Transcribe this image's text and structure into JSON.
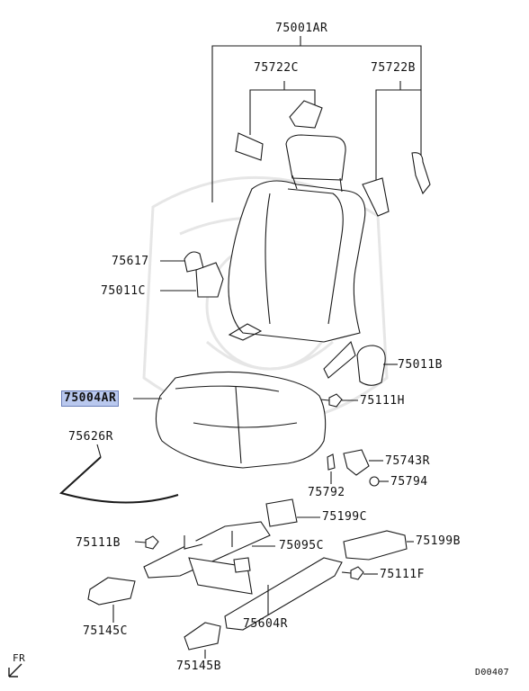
{
  "labels": {
    "p75001AR": "75001AR",
    "p75722C": "75722C",
    "p75722B": "75722B",
    "p75617": "75617",
    "p75011C": "75011C",
    "p75011B": "75011B",
    "p75004AR": "75004AR",
    "p75111H": "75111H",
    "p75626R": "75626R",
    "p75743R": "75743R",
    "p75792": "75792",
    "p75794": "75794",
    "p75199C": "75199C",
    "p75111B": "75111B",
    "p75095C": "75095C",
    "p75199B": "75199B",
    "p75111F": "75111F",
    "p75145C": "75145C",
    "p75604R": "75604R",
    "p75145B": "75145B"
  },
  "fr_label": "FR",
  "diagram_code": "D00407",
  "highlight_color": "#b9c8ee"
}
